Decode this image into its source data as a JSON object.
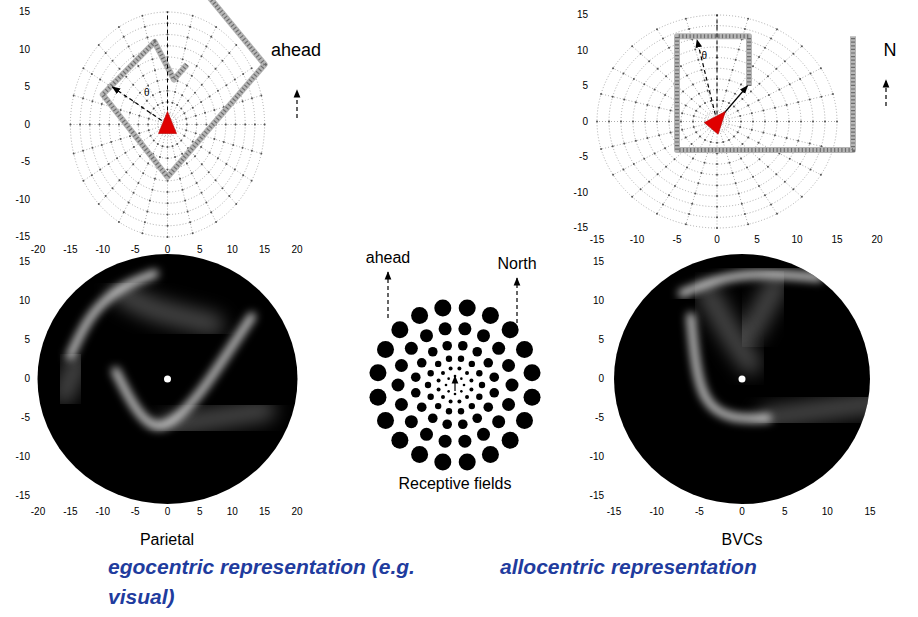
{
  "diagram": {
    "labels": [
      "ahead",
      "θ",
      "N",
      "θ",
      "15",
      "10",
      "5",
      "0",
      "-5",
      "-10",
      "-15",
      "-20",
      "-15",
      "-10",
      "-5",
      "0",
      "5",
      "10",
      "15",
      "20",
      "15",
      "10",
      "5",
      "0",
      "-5",
      "-10",
      "-15",
      "-15",
      "-10",
      "-5",
      "0",
      "5",
      "10",
      "15",
      "20",
      "ahead",
      "North",
      "Receptive fields",
      "15",
      "10",
      "5",
      "0",
      "-5",
      "-10",
      "-15",
      "-20",
      "-15",
      "-10",
      "-5",
      "0",
      "5",
      "10",
      "15",
      "20",
      "15",
      "10",
      "5",
      "0",
      "-5",
      "-10",
      "-15",
      "-15",
      "-10",
      "-5",
      "0",
      "5",
      "10",
      "15",
      "Parietal",
      "BVCs",
      "egocentric representation (e.g. visual)",
      "allocentric representation"
    ]
  }
}
